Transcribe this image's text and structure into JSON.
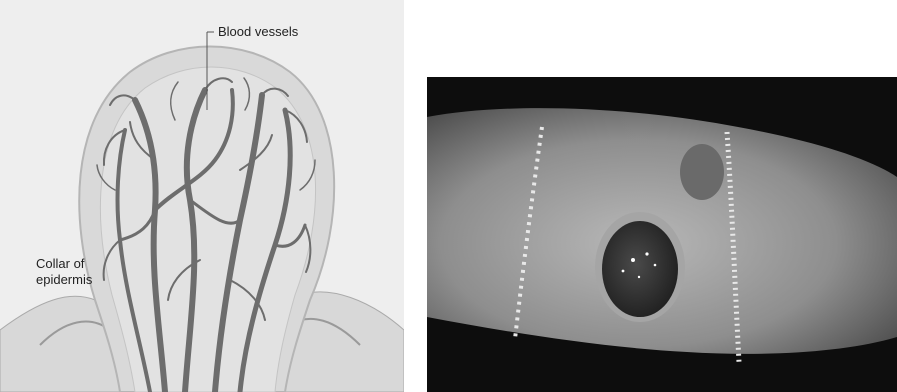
{
  "diagram": {
    "labels": {
      "blood_vessels": "Blood vessels",
      "collar_line1": "Collar of",
      "collar_line2": "epidermis"
    },
    "colors": {
      "background": "#e6e6e6",
      "tissue_fill": "#d4d4d4",
      "outer_halo": "#c8c8c8",
      "vessel": "#6f6f6f",
      "vessel_dark": "#505050"
    }
  },
  "photo": {
    "colors": {
      "background": "#0d0d0d",
      "skin": "#8c8c8c",
      "lesion": "#3b3b3b"
    }
  }
}
